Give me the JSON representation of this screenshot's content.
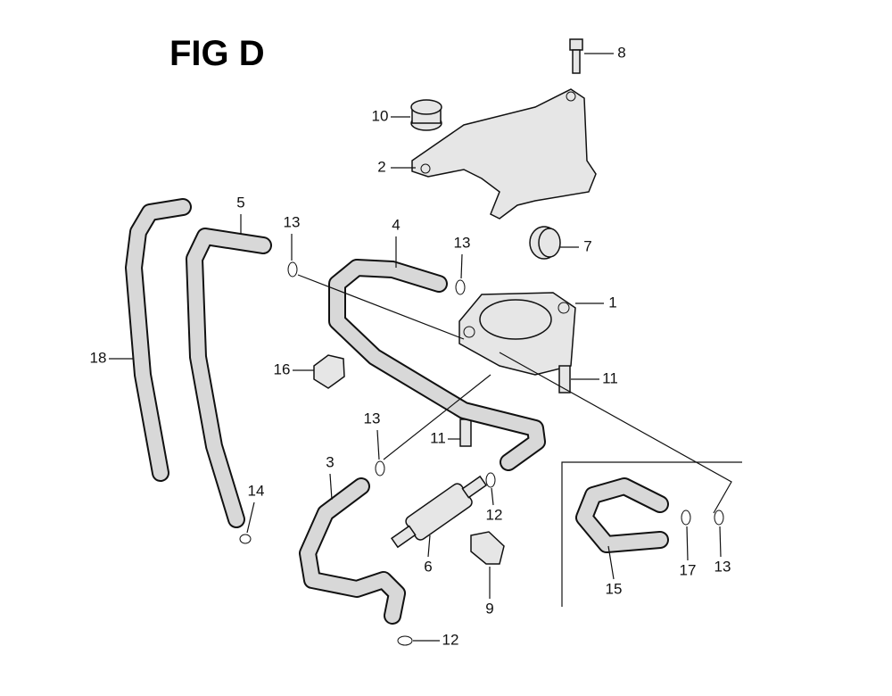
{
  "title": "FIG D",
  "labels": {
    "p8": "8",
    "p10": "10",
    "p2": "2",
    "p5": "5",
    "p13a": "13",
    "p4": "4",
    "p13b": "13",
    "p7": "7",
    "p1": "1",
    "p18": "18",
    "p16": "16",
    "p11a": "11",
    "p13c": "13",
    "p11b": "11",
    "p3": "3",
    "p12a": "12",
    "p14": "14",
    "p6": "6",
    "p9": "9",
    "p12b": "12",
    "p15": "15",
    "p17": "17",
    "p13d": "13"
  }
}
